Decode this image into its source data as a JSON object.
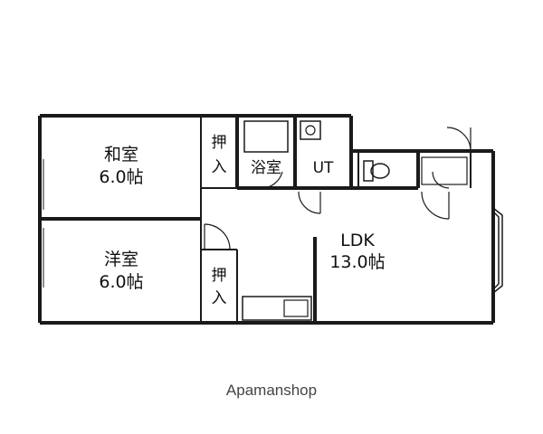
{
  "rooms": {
    "washitsu": {
      "name": "和室",
      "size": "6.0帖"
    },
    "youshitsu": {
      "name": "洋室",
      "size": "6.0帖"
    },
    "oshiire_top": "押入",
    "oshiire_bottom": "押入",
    "bath": "浴室",
    "ut": "UT",
    "ldk": {
      "name": "LDK",
      "size": "13.0帖"
    }
  },
  "brand": "Apamanshop"
}
